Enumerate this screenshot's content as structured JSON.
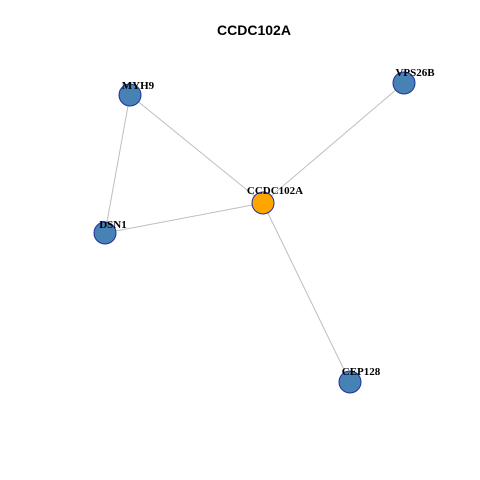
{
  "title": "CCDC102A",
  "colors": {
    "hub_fill": "#FFA500",
    "node_fill": "#4682B4",
    "node_stroke": "#1F2FA0",
    "edge": "#BEBEBE"
  },
  "network": {
    "hub": "CCDC102A",
    "nodes": [
      {
        "id": "CCDC102A",
        "label": "CCDC102A",
        "type": "hub"
      },
      {
        "id": "MYH9",
        "label": "MYH9",
        "type": "neighbor"
      },
      {
        "id": "VPS26B",
        "label": "VPS26B",
        "type": "neighbor"
      },
      {
        "id": "DSN1",
        "label": "DSN1",
        "type": "neighbor"
      },
      {
        "id": "CEP128",
        "label": "CEP128",
        "type": "neighbor"
      }
    ],
    "edges": [
      {
        "source": "MYH9",
        "target": "CCDC102A"
      },
      {
        "source": "MYH9",
        "target": "DSN1"
      },
      {
        "source": "VPS26B",
        "target": "CCDC102A"
      },
      {
        "source": "DSN1",
        "target": "CCDC102A"
      },
      {
        "source": "CEP128",
        "target": "CCDC102A"
      }
    ]
  }
}
